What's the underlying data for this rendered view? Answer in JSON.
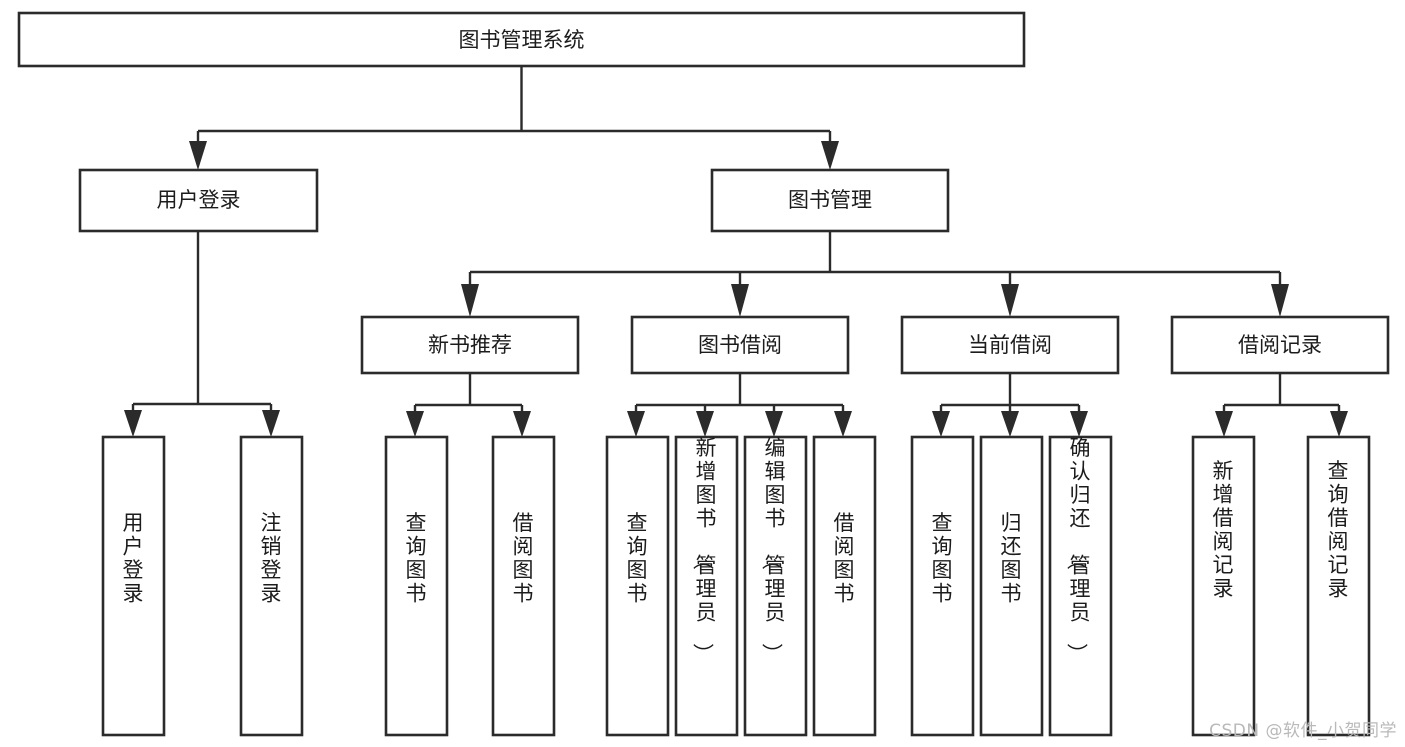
{
  "diagram": {
    "title": "图书管理系统",
    "watermark": "CSDN @软件_小贺同学",
    "type": "tree-hierarchy",
    "orientation": "top-down",
    "colors": {
      "stroke": "#2b2b2b",
      "fill": "#ffffff",
      "text": "#1c1c1c",
      "watermark": "#b9b9b9",
      "background": "#ffffff"
    },
    "root": {
      "id": "root",
      "label": "图书管理系统",
      "level": 0
    },
    "level2": [
      {
        "id": "user-login",
        "label": "用户登录",
        "level": 1
      },
      {
        "id": "book-manage",
        "label": "图书管理",
        "level": 1
      }
    ],
    "level3": [
      {
        "id": "new-book-rec",
        "label": "新书推荐",
        "level": 2,
        "parent": "book-manage"
      },
      {
        "id": "book-borrow",
        "label": "图书借阅",
        "level": 2,
        "parent": "book-manage"
      },
      {
        "id": "current-borrow",
        "label": "当前借阅",
        "level": 2,
        "parent": "book-manage"
      },
      {
        "id": "borrow-record",
        "label": "借阅记录",
        "level": 2,
        "parent": "book-manage"
      }
    ],
    "leaves": [
      {
        "id": "leaf-user-login",
        "label": "用户登录",
        "parent": "user-login"
      },
      {
        "id": "leaf-logout",
        "label": "注销登录",
        "parent": "user-login"
      },
      {
        "id": "leaf-query-book-1",
        "label": "查询图书",
        "parent": "new-book-rec"
      },
      {
        "id": "leaf-borrow-book-1",
        "label": "借阅图书",
        "parent": "new-book-rec"
      },
      {
        "id": "leaf-query-book-2",
        "label": "查询图书",
        "parent": "book-borrow"
      },
      {
        "id": "leaf-add-book",
        "label": "新增图书（管理员）",
        "parent": "book-borrow"
      },
      {
        "id": "leaf-edit-book",
        "label": "编辑图书（管理员）",
        "parent": "book-borrow"
      },
      {
        "id": "leaf-borrow-book-2",
        "label": "借阅图书",
        "parent": "book-borrow"
      },
      {
        "id": "leaf-query-book-3",
        "label": "查询图书",
        "parent": "current-borrow"
      },
      {
        "id": "leaf-return-book",
        "label": "归还图书",
        "parent": "current-borrow"
      },
      {
        "id": "leaf-confirm-return",
        "label": "确认归还（管理员）",
        "parent": "current-borrow"
      },
      {
        "id": "leaf-add-record",
        "label": "新增借阅记录",
        "parent": "borrow-record"
      },
      {
        "id": "leaf-query-record",
        "label": "查询借阅记录",
        "parent": "borrow-record"
      }
    ]
  }
}
